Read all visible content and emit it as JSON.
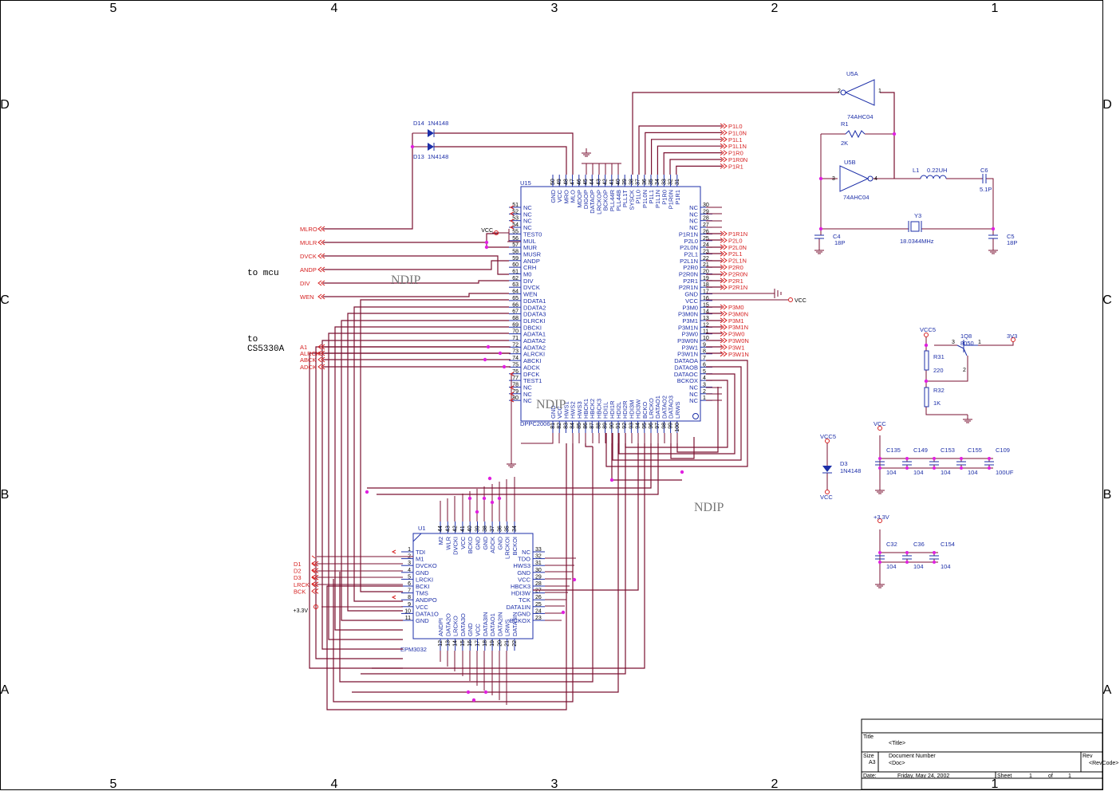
{
  "zones": {
    "cols": [
      "5",
      "4",
      "3",
      "2",
      "1"
    ],
    "rows": [
      "D",
      "C",
      "B",
      "A"
    ]
  },
  "parts": {
    "u15": {
      "ref": "U15",
      "name": "DPPC2006",
      "top": [
        [
          "50",
          "GND"
        ],
        [
          "49",
          "VCC"
        ],
        [
          "48",
          "MRO"
        ],
        [
          "47",
          "MLO"
        ],
        [
          "46",
          "MDOP"
        ],
        [
          "45",
          "DIGOP"
        ],
        [
          "44",
          "DATAOP"
        ],
        [
          "43",
          "LRCKOP"
        ],
        [
          "42",
          "BCKOP"
        ],
        [
          "41",
          "PLL44R"
        ],
        [
          "40",
          "PLL44B"
        ],
        [
          "39",
          "PLL1T"
        ],
        [
          "38",
          "SYSCK"
        ],
        [
          "37",
          "P1L0"
        ],
        [
          "36",
          "P1L0N"
        ],
        [
          "35",
          "P1L1"
        ],
        [
          "34",
          "P1L1N"
        ],
        [
          "33",
          "P1R0"
        ],
        [
          "32",
          "P1R0N"
        ],
        [
          "31",
          "P1R1"
        ]
      ],
      "left": [
        [
          "51",
          "NC"
        ],
        [
          "52",
          "NC"
        ],
        [
          "53",
          "NC"
        ],
        [
          "54",
          "NC"
        ],
        [
          "55",
          "TEST0"
        ],
        [
          "56",
          "MUL"
        ],
        [
          "57",
          "MUR"
        ],
        [
          "58",
          "MUSR"
        ],
        [
          "59",
          "ANDP"
        ],
        [
          "60",
          "CRH"
        ],
        [
          "61",
          "M0"
        ],
        [
          "62",
          "DIV"
        ],
        [
          "63",
          "DVCK"
        ],
        [
          "64",
          "WEN"
        ],
        [
          "65",
          "DDATA1"
        ],
        [
          "66",
          "DDATA2"
        ],
        [
          "67",
          "DDATA3"
        ],
        [
          "68",
          "DLRCKI"
        ],
        [
          "69",
          "DBCKI"
        ],
        [
          "70",
          "ADATA1"
        ],
        [
          "71",
          "ADATA2"
        ],
        [
          "72",
          "ADATA2"
        ],
        [
          "73",
          "ALRCKI"
        ],
        [
          "74",
          "ABCKI"
        ],
        [
          "75",
          "ADCK"
        ],
        [
          "76",
          "DFCK"
        ],
        [
          "77",
          "TEST1"
        ],
        [
          "78",
          "NC"
        ],
        [
          "79",
          "NC"
        ],
        [
          "80",
          "NC"
        ]
      ],
      "right": [
        [
          "30",
          "NC"
        ],
        [
          "29",
          "NC"
        ],
        [
          "28",
          "NC"
        ],
        [
          "27",
          "NC"
        ],
        [
          "26",
          "P1R1N"
        ],
        [
          "25",
          "P2L0"
        ],
        [
          "24",
          "P2L0N"
        ],
        [
          "23",
          "P2L1"
        ],
        [
          "22",
          "P2L1N"
        ],
        [
          "21",
          "P2R0"
        ],
        [
          "20",
          "P2R0N"
        ],
        [
          "19",
          "P2R1"
        ],
        [
          "18",
          "P2R1N"
        ],
        [
          "17",
          "GND"
        ],
        [
          "16",
          "VCC"
        ],
        [
          "15",
          "P3M0"
        ],
        [
          "14",
          "P3M0N"
        ],
        [
          "13",
          "P3M1"
        ],
        [
          "12",
          "P3M1N"
        ],
        [
          "11",
          "P3W0"
        ],
        [
          "10",
          "P3W0N"
        ],
        [
          "9",
          "P3W1"
        ],
        [
          "8",
          "P3W1N"
        ],
        [
          "7",
          "DATAOA"
        ],
        [
          "6",
          "DATAOB"
        ],
        [
          "5",
          "DATAOC"
        ],
        [
          "4",
          "BCKOX"
        ],
        [
          "3",
          "NC"
        ],
        [
          "2",
          "NC"
        ],
        [
          "1",
          "NC"
        ]
      ],
      "bottom": [
        [
          "81",
          "GND"
        ],
        [
          "82",
          "VCC"
        ],
        [
          "83",
          "HWS1"
        ],
        [
          "84",
          "HWS2"
        ],
        [
          "85",
          "HWS3"
        ],
        [
          "86",
          "HBCK1"
        ],
        [
          "87",
          "HBCK2"
        ],
        [
          "88",
          "HBCK3"
        ],
        [
          "89",
          "HDI1L"
        ],
        [
          "90",
          "HDI1R"
        ],
        [
          "91",
          "HDI2L"
        ],
        [
          "92",
          "HDI2R"
        ],
        [
          "93",
          "HDI3M"
        ],
        [
          "94",
          "HDI3W"
        ],
        [
          "95",
          "BCKO"
        ],
        [
          "96",
          "LRCKO"
        ],
        [
          "97",
          "DATAO1"
        ],
        [
          "98",
          "DATAO2"
        ],
        [
          "99",
          "DATAO3"
        ],
        [
          "100",
          "LRWS"
        ]
      ]
    },
    "u1": {
      "ref": "U1",
      "name": "EPM3032",
      "top": [
        [
          "44",
          "M2"
        ],
        [
          "43",
          "WLR"
        ],
        [
          "42",
          "DVCKI"
        ],
        [
          "41",
          "VCC"
        ],
        [
          "40",
          "BCKO"
        ],
        [
          "39",
          "GND"
        ],
        [
          "38",
          "GND"
        ],
        [
          "37",
          "ADCK"
        ],
        [
          "36",
          "GND"
        ],
        [
          "35",
          "LRCKOI"
        ],
        [
          "34",
          "BCKOI"
        ]
      ],
      "left": [
        [
          "1",
          "TDI"
        ],
        [
          "2",
          "M1"
        ],
        [
          "3",
          "DVCKO"
        ],
        [
          "4",
          "GND"
        ],
        [
          "5",
          "LRCKI"
        ],
        [
          "6",
          "BCKI"
        ],
        [
          "7",
          "TMS"
        ],
        [
          "8",
          "ANDPO"
        ],
        [
          "9",
          "VCC"
        ],
        [
          "10",
          "DATA1O"
        ],
        [
          "11",
          "GND"
        ]
      ],
      "right": [
        [
          "33",
          "NC"
        ],
        [
          "32",
          "TDO"
        ],
        [
          "31",
          "HWS3"
        ],
        [
          "30",
          "GND"
        ],
        [
          "29",
          "VCC"
        ],
        [
          "28",
          "HBCK3"
        ],
        [
          "27",
          "HDI3W"
        ],
        [
          "26",
          "TCK"
        ],
        [
          "25",
          "DATA1IN"
        ],
        [
          "24",
          "GND"
        ],
        [
          "23",
          "BCKOX"
        ]
      ],
      "bottom": [
        [
          "12",
          "ANDPI"
        ],
        [
          "13",
          "DATA2O"
        ],
        [
          "14",
          "LRCKO"
        ],
        [
          "15",
          "DATA3O"
        ],
        [
          "16",
          "GND"
        ],
        [
          "17",
          "VCC"
        ],
        [
          "18",
          "DATA3IN"
        ],
        [
          "19",
          "DATAO1"
        ],
        [
          "20",
          "DATA2IN"
        ],
        [
          "21",
          "LRWS"
        ],
        [
          "22",
          "DATA3IN"
        ]
      ]
    }
  },
  "nets": {
    "p1": [
      "P1L0",
      "P1L0N",
      "P1L1",
      "P1L1N",
      "P1R0",
      "P1R0N",
      "P1R1"
    ],
    "p2": [
      "P1R1N",
      "P2L0",
      "P2L0N",
      "P2L1",
      "P2L1N",
      "P2R0",
      "P2R0N",
      "P2R1",
      "P2R1N"
    ],
    "p3": [
      "P3M0",
      "P3M0N",
      "P3M1",
      "P3M1N",
      "P3W0",
      "P3W0N",
      "P3W1",
      "P3W1N"
    ],
    "mcu": [
      "MLRO",
      "MULR",
      "DVCK",
      "ANDP",
      "DIV",
      "WEN"
    ],
    "cs": [
      "A1",
      "ALRCK",
      "ABCK",
      "ADCK"
    ],
    "dport": [
      "D1",
      "D2",
      "D3",
      "LRCK",
      "BCK"
    ],
    "vcc": "VCC",
    "p33": "+3.3V",
    "vcc5": "VCC5",
    "v3v3": "3V3"
  },
  "notes": {
    "to_mcu": "to mcu",
    "to": "to",
    "cs5330": "CS5330A",
    "ndip": "NDIP"
  },
  "components": {
    "d14": {
      "ref": "D14",
      "val": "1N4148"
    },
    "d13": {
      "ref": "D13",
      "val": "1N4148"
    },
    "u5a": {
      "ref": "U5A",
      "val": "74AHC04",
      "p_in": "2",
      "p_out": "1"
    },
    "u5b": {
      "ref": "U5B",
      "val": "74AHC04",
      "p_in": "3",
      "p_out": "4"
    },
    "r1": {
      "ref": "R1",
      "val": "2K"
    },
    "l1": {
      "ref": "L1",
      "val": "0.22UH"
    },
    "c6": {
      "ref": "C6",
      "val": "5.1P"
    },
    "y3": {
      "ref": "Y3",
      "val": "18.0344MHz"
    },
    "c4": {
      "ref": "C4",
      "val": "18P"
    },
    "c5": {
      "ref": "C5",
      "val": "18P"
    },
    "q8": {
      "ref": "1Q8",
      "val": "8050",
      "p1": "1",
      "p2": "2",
      "p3": "3"
    },
    "r31": {
      "ref": "R31",
      "val": "220"
    },
    "r32": {
      "ref": "R32",
      "val": "1K"
    },
    "d3": {
      "ref": "D3",
      "val": "1N4148"
    },
    "caps_vcc": [
      {
        "ref": "C135",
        "val": "104"
      },
      {
        "ref": "C149",
        "val": "104"
      },
      {
        "ref": "C153",
        "val": "104"
      },
      {
        "ref": "C155",
        "val": "104"
      },
      {
        "ref": "C109",
        "val": "100UF"
      }
    ],
    "caps_33": [
      {
        "ref": "C32",
        "val": "104"
      },
      {
        "ref": "C36",
        "val": "104"
      },
      {
        "ref": "C154",
        "val": "104"
      }
    ]
  },
  "titleblock": {
    "title_lbl": "Title",
    "title": "<Title>",
    "size_lbl": "Size",
    "size": "A3",
    "docnum_lbl": "Document Number",
    "doc": "<Doc>",
    "rev_lbl": "Rev",
    "revcode": "<RevCode>",
    "date_lbl": "Date:",
    "date": "Friday, May 24, 2002",
    "sheet_lbl": "Sheet",
    "sheet": "1",
    "of_lbl": "of",
    "sheets": "1"
  }
}
